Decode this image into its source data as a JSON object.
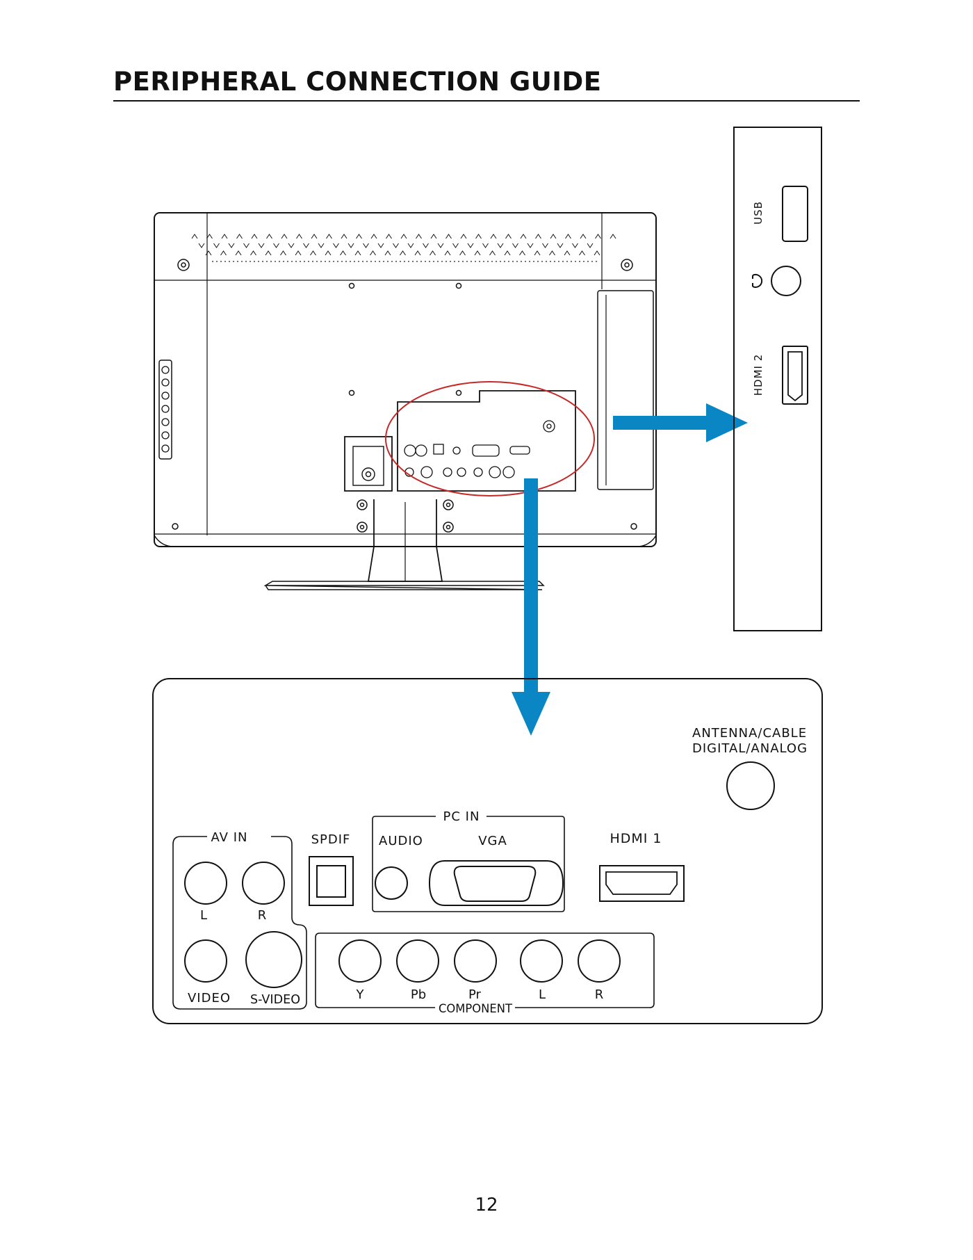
{
  "header": {
    "title": "PERIPHERAL CONNECTION GUIDE"
  },
  "side_panel": {
    "usb_label": "USB",
    "hdmi2_label": "HDMI 2"
  },
  "rear_panel": {
    "antenna_line1": "ANTENNA/CABLE",
    "antenna_line2": "DIGITAL/ANALOG",
    "pc_in_label": "PC IN",
    "audio_label": "AUDIO",
    "vga_label": "VGA",
    "hdmi1_label": "HDMI 1",
    "spdif_label": "SPDIF",
    "av_in_label": "AV IN",
    "av_l_label": "L",
    "av_r_label": "R",
    "video_label": "VIDEO",
    "svideo_label": "S-VIDEO",
    "component_label": "COMPONENT",
    "component_y_label": "Y",
    "component_pb_label": "Pb",
    "component_pr_label": "Pr",
    "component_l_label": "L",
    "component_r_label": "R"
  },
  "colors": {
    "arrow": "#0a86c4",
    "highlight": "#c62828",
    "line": "#111111"
  },
  "footer": {
    "page_number": "12"
  }
}
